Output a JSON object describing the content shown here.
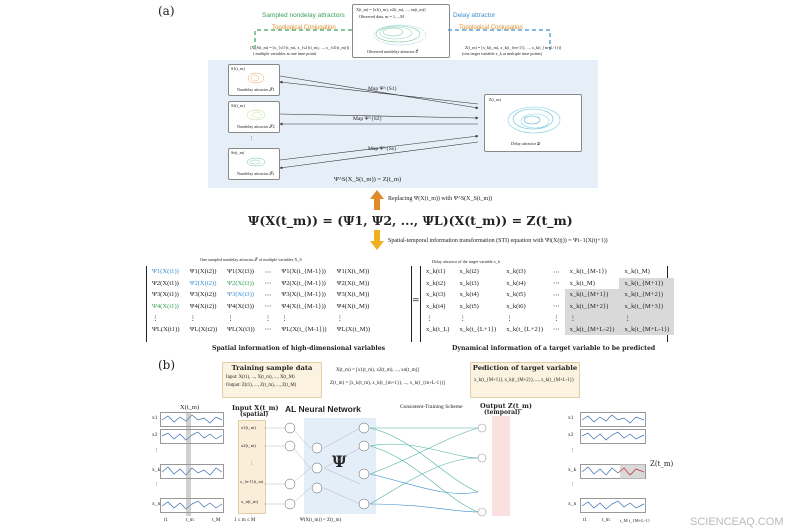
{
  "panel_a": {
    "label": "(a)",
    "sampled_title": "Sampled nondelay attractors",
    "delay_title": "Delay attractor",
    "topo_left": "Topological Conjugation",
    "topo_right": "Topological Conjugation",
    "top_box_line1": "X(t_m) = [x1(t_m), x2(t_m), ..., xn(t_m)]",
    "top_box_line2": "Observed data, m = 1,...,M",
    "top_box_caption": "Observed nondelay attractor 𝒪",
    "left_def_line1": "(X_S(t_m) = [x_{s1}(t_m), x_{s2}(t_m), ..., x_{sl}(t_m)])",
    "left_def_line2": "( multiple variables at one time point)",
    "right_def_line1": "Z(t_m) = [x_k(t_m), x_k(t_{m+1}), ..., x_k(t_{m+L-1})]",
    "right_def_line2": "(one target variable x_k at multiple time points)",
    "attractor1_label": "Nondelay attractor 𝒮1",
    "attractor2_label": "Nondelay attractor 𝒮2",
    "attractor3_label": "Nondelay attractor 𝒮s",
    "attractor1_head": "S1(t_m)",
    "attractor2_head": "S2(t_m)",
    "attractor3_head": "Ss(t_m)",
    "map1": "Map Ψ^{S1}",
    "map2": "Map Ψ^{S2}",
    "map3": "Map Ψ^{Ss}",
    "delay_box_head": "Z(t_m)",
    "delay_box_caption": "Delay attractor 𝒟",
    "map_equation": "Ψ^S(X_S(t_m)) = Z(t_m)",
    "replacing": "Replacing Ψ(X(t_m)) with Ψ^S(X_S(t_m))",
    "main_equation": "Ψ(X(t_m)) = (Ψ1, Ψ2, ..., ΨL)(X(t_m)) = Z(t_m)",
    "sti_text": "Spatial-temporal information transformation (STI) equation with Ψi(X(tj)) = Ψi−1(X(tj+1))",
    "matrix_left_head": "One sampled nondelay attractor 𝒮 of multiple variables X_S",
    "matrix_right_head": "Delay attractor of the target variable  x_k",
    "spatial_caption": "Spatial information of high-dimensional variables",
    "dynamical_caption": "Dynamical information of  a target variable to be predicted",
    "left_matrix": [
      [
        "Ψ1(X(t1))",
        "Ψ1(X(t2))",
        "Ψ1(X(t3))",
        "⋯",
        "Ψ1(X(t_{M-1}))",
        "Ψ1(X(t_M))"
      ],
      [
        "Ψ2(X(t1))",
        "Ψ2(X(t2))",
        "Ψ2(X(t3))",
        "⋯",
        "Ψ2(X(t_{M-1}))",
        "Ψ2(X(t_M))"
      ],
      [
        "Ψ3(X(t1))",
        "Ψ3(X(t2))",
        "Ψ3(X(t3))",
        "⋯",
        "Ψ3(X(t_{M-1}))",
        "Ψ3(X(t_M))"
      ],
      [
        "Ψ4(X(t1))",
        "Ψ4(X(t2))",
        "Ψ4(X(t3))",
        "⋯",
        "Ψ4(X(t_{M-1}))",
        "Ψ4(X(t_M))"
      ],
      [
        "⋮",
        "⋮",
        "⋮",
        "⋮",
        "⋮",
        "⋮"
      ],
      [
        "ΨL(X(t1))",
        "ΨL(X(t2))",
        "ΨL(X(t3))",
        "⋯",
        "ΨL(X(t_{M-1}))",
        "ΨL(X(t_M))"
      ]
    ],
    "right_matrix": [
      [
        "x_k(t1)",
        "x_k(t2)",
        "x_k(t3)",
        "⋯",
        "x_k(t_{M-1})",
        "x_k(t_M)"
      ],
      [
        "x_k(t2)",
        "x_k(t3)",
        "x_k(t4)",
        "⋯",
        "x_k(t_M)",
        "x_k(t_{M+1})"
      ],
      [
        "x_k(t3)",
        "x_k(t4)",
        "x_k(t5)",
        "⋯",
        "x_k(t_{M+1})",
        "x_k(t_{M+2})"
      ],
      [
        "x_k(t4)",
        "x_k(t5)",
        "x_k(t6)",
        "⋯",
        "x_k(t_{M+2})",
        "x_k(t_{M+3})"
      ],
      [
        "⋮",
        "⋮",
        "⋮",
        "⋮",
        "⋮",
        "⋮"
      ],
      [
        "x_k(t_L)",
        "x_k(t_{L+1})",
        "x_k(t_{L+2})",
        "⋯",
        "x_k(t_{M+L-2})",
        "x_k(t_{M+L-1})"
      ]
    ]
  },
  "panel_b": {
    "label": "(b)",
    "training_title": "Training sample data",
    "training_input": "Input:  X(t1), ..., X(t_m), ..., X(t_M)",
    "training_output": "Output: Z(t1), ..., Z(t_m), ..., Z(t_M)",
    "x_def": "X(t_m) = [x1(t_m), x2(t_m), ..., xn(t_m)]",
    "z_def": "Z(t_m) = [x_k(t_m), x_k(t_{m+1}), ..., x_k(t_{m+L-1})]",
    "prediction_title": "Pediction of target variable",
    "prediction_values": "x_k(t_{M+1}), x_k(t_{M+2}), ..., x_k(t_{M+L-1})",
    "x_series_title": "X(t_m)",
    "input_title": "Input X(t_m)",
    "input_sub": "(spatial)",
    "al_title": "AL Neural Network",
    "consistent": "Consistent-Training Scheme",
    "output_title": "Output Z(t_m)",
    "output_sub": "(temporal)",
    "psi": "Ψ",
    "psi_eq": "Ψ(X(t_m)) = Z(t_m)",
    "range": "1 ≤ m ≤ M",
    "z_series_title": "Z(t_m)",
    "row_labels_left": [
      "x1",
      "x2",
      "⋮",
      "x_k",
      "⋮",
      "x_n"
    ],
    "row_labels_right": [
      "x1",
      "x2",
      "⋮",
      "x_k",
      "⋮",
      "x_n"
    ],
    "axis_left": [
      "t1",
      "t_m",
      "t_M"
    ],
    "axis_right": [
      "t1",
      "t_m",
      "t_M t_{M+L-1}"
    ],
    "input_nodes": [
      "x1(t_m)",
      "x2(t_m)",
      "⋮",
      "x_{n-1}(t_m)",
      "x_n(t_m)"
    ],
    "watermark": "SCIENCEAQ.COM"
  },
  "colors": {
    "green": "#3aa05a",
    "blue": "#3a8fd0",
    "orange": "#e08a2a",
    "map_bg": "#e6eef7",
    "highlight": "#d9d9d9",
    "red_series": "#c23a3a"
  }
}
